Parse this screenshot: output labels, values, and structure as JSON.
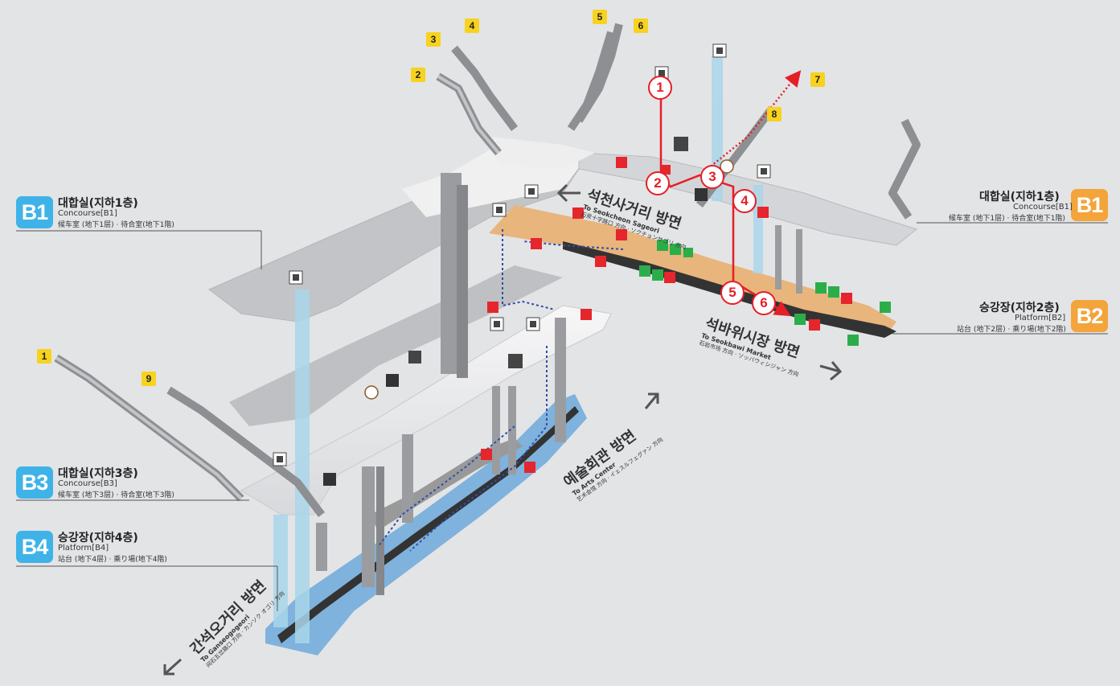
{
  "floors": {
    "b1_left": {
      "badge": "B1",
      "title": "대합실(지하1층)",
      "en": "Concourse[B1]",
      "jp": "候车室 (地下1层) · 待合室(地下1階)"
    },
    "b3": {
      "badge": "B3",
      "title": "대합실(지하3층)",
      "en": "Concourse[B3]",
      "jp": "候车室 (地下3层) · 待合室(地下3階)"
    },
    "b4": {
      "badge": "B4",
      "title": "승강장(지하4층)",
      "en": "Platform[B4]",
      "jp": "站台 (地下4层) · 乘り場(地下4階)"
    },
    "b1_right": {
      "badge": "B1",
      "title": "대합실(지하1층)",
      "en": "Concourse[B1]",
      "jp": "候车室 (地下1层) · 待合室(地下1階)"
    },
    "b2": {
      "badge": "B2",
      "title": "승강장(지하2층)",
      "en": "Platform[B2]",
      "jp": "站台 (地下2层) · 乘り場(地下2階)"
    }
  },
  "directions": {
    "seokcheon": {
      "ko": "석천사거리 방면",
      "en": "To Seokcheon Sageori",
      "jp": "石泉十字路口 方向 · ソクチョンサゴリ 方向"
    },
    "seokbawi": {
      "ko": "석바위시장 방면",
      "en": "To Seokbawi Market",
      "jp": "石岩市场 方向 · ソッバウィシジャン 方向"
    },
    "arts": {
      "ko": "예술회관 방면",
      "en": "To Arts Center",
      "jp": "艺术会馆 方向 · イェスルフェグァン 方向"
    },
    "ganseok": {
      "ko": "간석오거리 방면",
      "en": "To Ganseogogeori",
      "jp": "间石五岔路口 方向 · カンソク オゴリ 方向"
    }
  },
  "exits": [
    "1",
    "2",
    "3",
    "4",
    "5",
    "6",
    "7",
    "8",
    "9"
  ],
  "route_steps": [
    "1",
    "2",
    "3",
    "4",
    "5",
    "6"
  ],
  "icons": [
    "elevator-icon",
    "restroom-icon",
    "information-icon",
    "escalator-icon",
    "fire-extinguisher-icon",
    "emergency-phone-icon",
    "emergency-exit-icon",
    "baby-care-icon"
  ],
  "colors": {
    "b1_badge": "#3fb3e8",
    "b2_badge": "#f3a43a",
    "route": "#e51f27",
    "exit_tag": "#f7d21e",
    "platform_b2": "#e8b57c",
    "platform_b4": "#7fb2dc",
    "dotted_path": "#2f4fa8"
  }
}
